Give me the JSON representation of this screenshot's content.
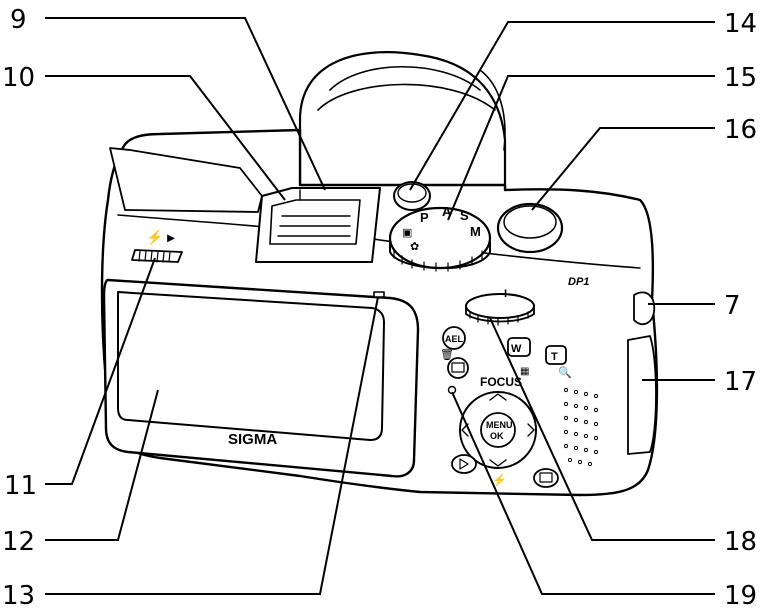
{
  "diagram": {
    "callouts": [
      {
        "id": "c9",
        "label": "9"
      },
      {
        "id": "c10",
        "label": "10"
      },
      {
        "id": "c11",
        "label": "11"
      },
      {
        "id": "c12",
        "label": "12"
      },
      {
        "id": "c13",
        "label": "13"
      },
      {
        "id": "c14",
        "label": "14"
      },
      {
        "id": "c15",
        "label": "15"
      },
      {
        "id": "c16",
        "label": "16"
      },
      {
        "id": "c7",
        "label": "7"
      },
      {
        "id": "c17",
        "label": "17"
      },
      {
        "id": "c18",
        "label": "18"
      },
      {
        "id": "c19",
        "label": "19"
      }
    ],
    "camera": {
      "brand": "SIGMA",
      "model": "DP1",
      "ael_label": "AEL",
      "focus_label": "FOCUS",
      "menu_label": "MENU",
      "ok_label": "OK",
      "w_label": "W",
      "t_label": "T",
      "mode_p": "P",
      "mode_a": "A",
      "mode_s": "S",
      "mode_m": "M",
      "wheel_mark": "I"
    }
  }
}
